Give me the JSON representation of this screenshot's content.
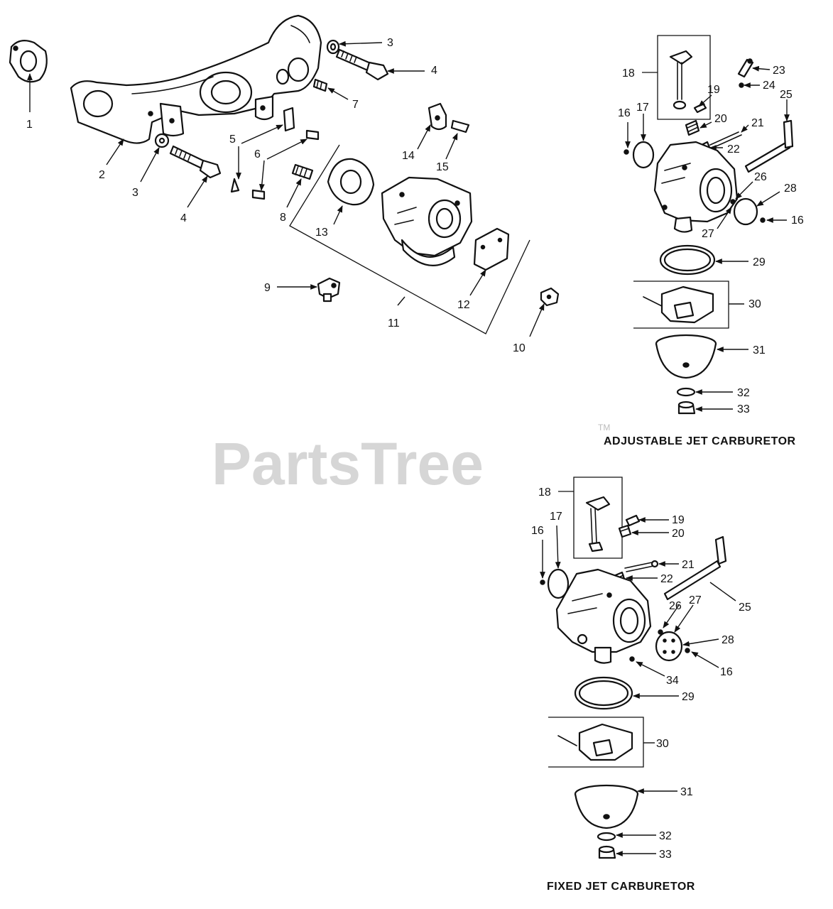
{
  "watermark": {
    "text": "PartsTree",
    "mark": "TM"
  },
  "captions": {
    "adjustable": "ADJUSTABLE JET CARBURETOR",
    "fixed": "FIXED JET CARBURETOR"
  },
  "callouts": {
    "c1": "1",
    "c2": "2",
    "c3a": "3",
    "c3b": "3",
    "c4a": "4",
    "c4b": "4",
    "c5": "5",
    "c6": "6",
    "c7": "7",
    "c8": "8",
    "c9": "9",
    "c10": "10",
    "c11": "11",
    "c12": "12",
    "c13": "13",
    "c14": "14",
    "c15": "15",
    "a16a": "16",
    "a16b": "16",
    "a17": "17",
    "a18": "18",
    "a19": "19",
    "a20": "20",
    "a21": "21",
    "a22": "22",
    "a23": "23",
    "a24": "24",
    "a25": "25",
    "a26": "26",
    "a27": "27",
    "a28": "28",
    "a29": "29",
    "a30": "30",
    "a31": "31",
    "a32": "32",
    "a33": "33",
    "f16a": "16",
    "f16b": "16",
    "f17": "17",
    "f18": "18",
    "f19": "19",
    "f20": "20",
    "f21": "21",
    "f22": "22",
    "f25": "25",
    "f26": "26",
    "f27": "27",
    "f28": "28",
    "f29": "29",
    "f30": "30",
    "f31": "31",
    "f32": "32",
    "f33": "33",
    "f34": "34"
  }
}
